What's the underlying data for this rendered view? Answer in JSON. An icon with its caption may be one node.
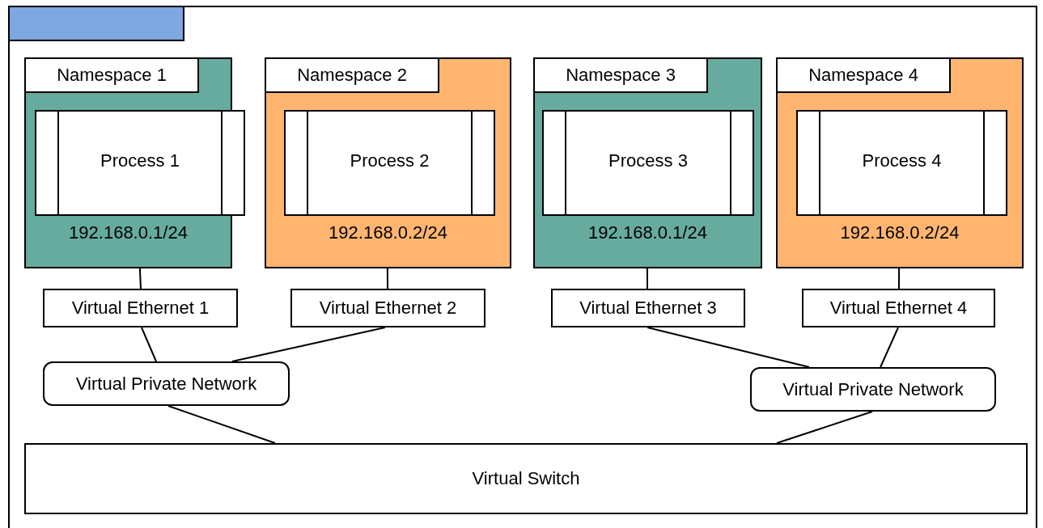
{
  "diagram": {
    "nodes": [
      {
        "text": [],
        "shape": "box"
      },
      {
        "text": [],
        "shape": "box",
        "in": 0
      },
      {
        "text": [
          "192.168.0.1/24"
        ],
        "in": 0
      },
      {
        "text": [
          "Namespace 1"
        ],
        "in": 2
      },
      {
        "text": [
          "Process 1"
        ],
        "in": 2
      },
      {
        "text": [
          "192.168.0.2/24"
        ],
        "in": 0
      },
      {
        "text": [
          "Namespace 2"
        ],
        "in": 5
      },
      {
        "text": [
          "Process 2"
        ],
        "in": 5
      },
      {
        "text": [
          "192.168.0.1/24"
        ],
        "in": 0
      },
      {
        "text": [
          "Namespace 3"
        ],
        "in": 8
      },
      {
        "text": [
          "Process 3"
        ],
        "in": 8
      },
      {
        "text": [
          "192.168.0.2/24"
        ],
        "in": 0
      },
      {
        "text": [
          "Namespace 4"
        ],
        "in": 11
      },
      {
        "text": [
          "Process 4"
        ],
        "in": 11
      },
      {
        "text": [
          "Virtual Ethernet 1"
        ],
        "in": 0
      },
      {
        "text": [
          "Virtual Ethernet 2"
        ],
        "in": 0
      },
      {
        "text": [
          "Virtual Ethernet 3"
        ],
        "in": 0
      },
      {
        "text": [
          "Virtual Ethernet 4"
        ],
        "in": 0
      },
      {
        "text": [
          "Virtual Private Network"
        ],
        "in": 0
      },
      {
        "text": [
          "Virtual Private Network"
        ],
        "in": 0
      },
      {
        "text": [
          "Virtual Switch"
        ],
        "in": 0
      }
    ],
    "edges": [
      {
        "from": 2,
        "to": 14,
        "arrow": "none"
      },
      {
        "from": 5,
        "to": 15,
        "arrow": "none"
      },
      {
        "from": 8,
        "to": 16,
        "arrow": "none"
      },
      {
        "from": 11,
        "to": 17,
        "arrow": "none"
      },
      {
        "from": 14,
        "to": 18,
        "arrow": "none"
      },
      {
        "from": 15,
        "to": 18,
        "arrow": "none"
      },
      {
        "from": 16,
        "to": 19,
        "arrow": "none"
      },
      {
        "from": 17,
        "to": 19,
        "arrow": "none"
      },
      {
        "from": 18,
        "to": 20,
        "arrow": "none"
      },
      {
        "from": 19,
        "to": 20,
        "arrow": "none"
      }
    ]
  }
}
